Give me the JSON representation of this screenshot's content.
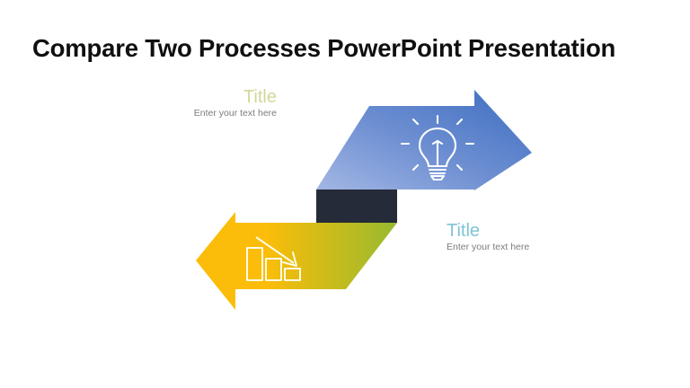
{
  "slide": {
    "title": "Compare Two Processes PowerPoint Presentation",
    "background_color": "#ffffff",
    "title_color": "#101010"
  },
  "diagram": {
    "type": "two-opposing-arrows",
    "center_block": {
      "name": "center-connector",
      "color": "#252b38"
    },
    "arrows": [
      {
        "id": "arrow-blue",
        "direction": "right",
        "gradient_from": "#9fb4e2",
        "gradient_to": "#3d6dc0",
        "icon": "lightbulb-icon",
        "icon_color": "#ffffff"
      },
      {
        "id": "arrow-yellow",
        "direction": "left",
        "gradient_from": "#fbbd09",
        "gradient_to": "#9cbb32",
        "icon": "declining-bar-chart-icon",
        "icon_color": "#ffffff"
      }
    ],
    "labels": [
      {
        "id": "label-top",
        "title": "Title",
        "subtitle": "Enter your text here",
        "title_color": "#d3d798",
        "subtitle_color": "#7c7c7c",
        "align": "right"
      },
      {
        "id": "label-bottom",
        "title": "Title",
        "subtitle": "Enter your text here",
        "title_color": "#7fc3d7",
        "subtitle_color": "#7c7c7c",
        "align": "left"
      }
    ]
  }
}
